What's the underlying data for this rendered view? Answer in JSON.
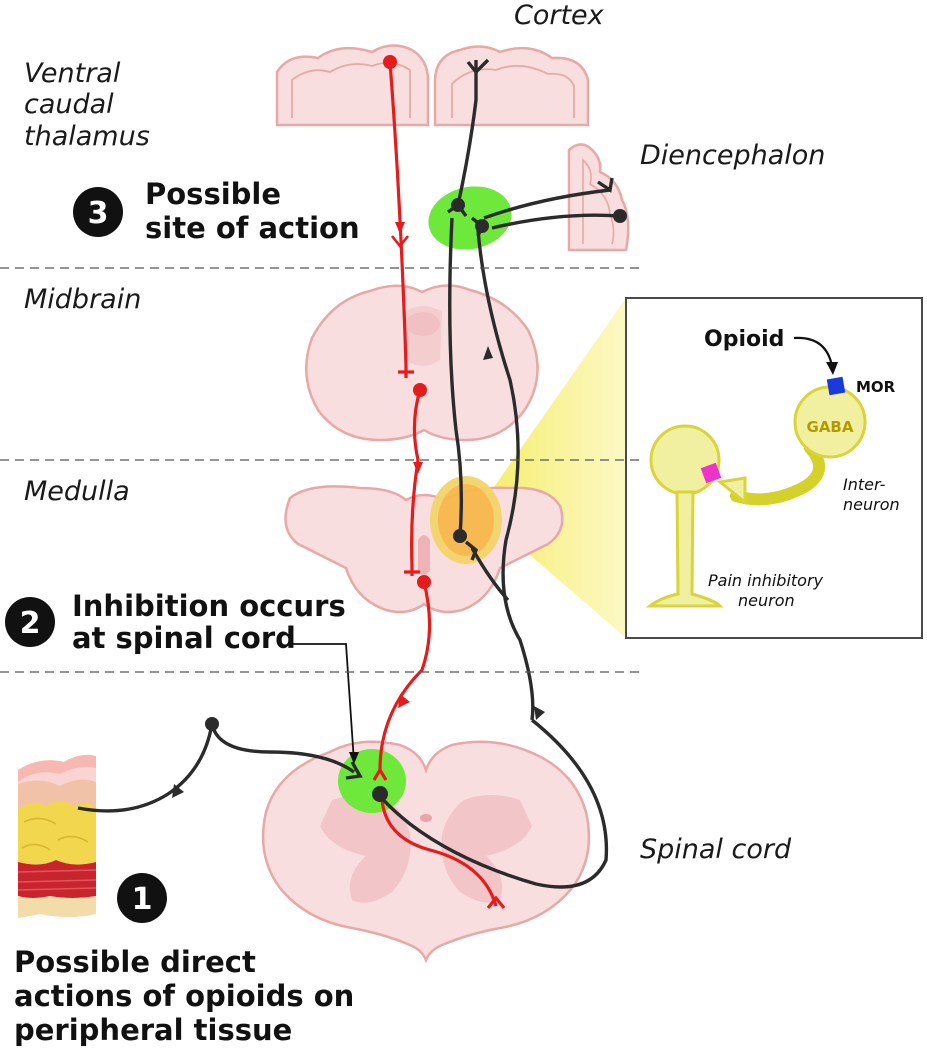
{
  "labels": {
    "cortex": "Cortex",
    "ventral_line1": "Ventral",
    "ventral_line2": "caudal",
    "ventral_line3": "thalamus",
    "diencephalon": "Diencephalon",
    "midbrain": "Midbrain",
    "medulla": "Medulla",
    "spinal_cord": "Spinal cord"
  },
  "callouts": {
    "step1": {
      "number": "1",
      "line1": "Possible direct",
      "line2": "actions of opioids on",
      "line3": "peripheral tissue"
    },
    "step2": {
      "number": "2",
      "line1": "Inhibition occurs",
      "line2": "at spinal cord"
    },
    "step3": {
      "number": "3",
      "line1": "Possible",
      "line2": "site of action"
    }
  },
  "inset": {
    "opioid": "Opioid",
    "mor": "MOR",
    "gaba": "GABA",
    "interneuron_line1": "Inter-",
    "interneuron_line2": "neuron",
    "pain_line1": "Pain inhibitory",
    "pain_line2": "neuron"
  },
  "colors": {
    "ascending_pathway": "#e41c1c",
    "descending_pathway": "#2b2b2b",
    "site_of_action": "#6ee83a",
    "tissue": "#f8dede",
    "inset_neurons": "#e8e87a",
    "mor_receptor": "#1a3adb",
    "synapse": "#ee33cc"
  }
}
